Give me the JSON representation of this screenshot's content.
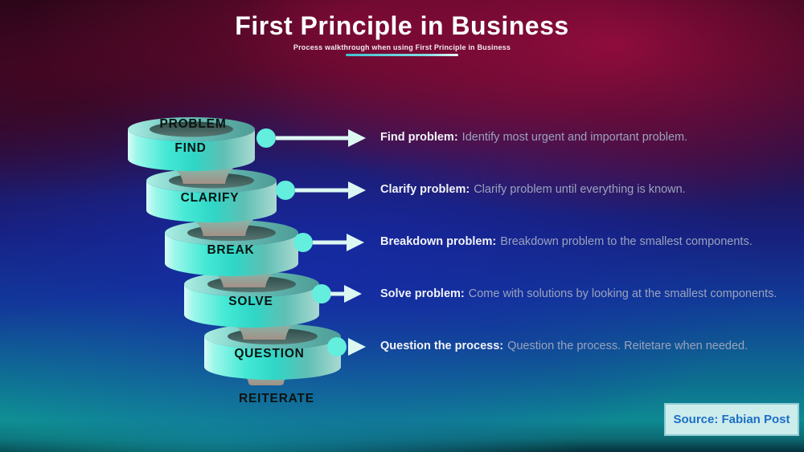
{
  "header": {
    "title": "First Principle in Business",
    "subtitle": "Process walkthrough when using First Principle in Business"
  },
  "funnel": {
    "top_label": "PROBLEM",
    "outcome_label": "REITERATE",
    "stages": [
      {
        "label": "FIND",
        "desc_title": "Find problem:",
        "desc": "Identify most urgent and important problem."
      },
      {
        "label": "CLARIFY",
        "desc_title": "Clarify problem:",
        "desc": "Clarify problem until everything is known."
      },
      {
        "label": "BREAK",
        "desc_title": "Breakdown problem:",
        "desc": "Breakdown problem to the smallest components."
      },
      {
        "label": "SOLVE",
        "desc_title": "Solve problem:",
        "desc": "Come with solutions by looking at the smallest components."
      },
      {
        "label": "QUESTION",
        "desc_title": "Question the process:",
        "desc": "Question the process. Reitetare when needed."
      }
    ]
  },
  "source": {
    "label": "Source: Fabian Post"
  },
  "colors": {
    "accent_cyan": "#41e3d0",
    "arrow_pale": "#dcf7f2",
    "underline": "#49c6d4",
    "source_text": "#1b6fc5",
    "source_bg": "#cdecec",
    "bg_crimson": "#941238",
    "bg_blue": "#162aa5",
    "bg_teal": "#0e8a92"
  }
}
